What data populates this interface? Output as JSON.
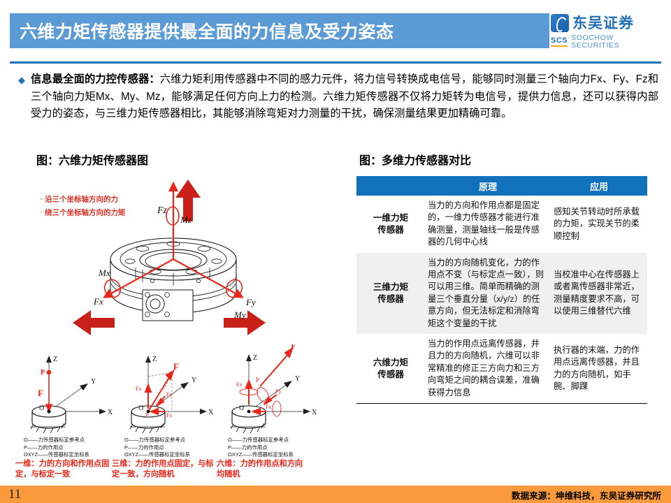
{
  "header": {
    "title": "六维力矩传感器提供最全面的力信息及受力姿态",
    "logo_cn": "东吴证券",
    "logo_abbr": "SCS",
    "logo_en": "SOOCHOW SECURITIES",
    "bar_color": "#5B9BD5",
    "rule_color": "#1F6FB8"
  },
  "bullet": {
    "marker": "◆",
    "lead": "信息最全面的力控传感器：",
    "body": "六维力矩利用传感器中不同的感力元件，将力信号转换成电信号，能够同时测量三个轴向力Fx、Fy、Fz和三个轴向力矩Mx、My、Mz，能够满足任何方向上力的检测。六维力矩传感器不仅将力矩转为电信号，提供力信息，还可以获得内部受力的姿态，与三维力矩传感器相比，其能够消除弯矩对力测量的干扰，确保测量结果更加精确可靠。"
  },
  "figures": {
    "left_caption": "图：六维力矩传感器图",
    "right_caption": "图：多维力传感器对比"
  },
  "sensor_diagram": {
    "legend": [
      "沿三个坐标轴方向的力",
      "绕三个坐标轴方向的力矩"
    ],
    "labels": {
      "fz": "Fz",
      "mz": "Mz",
      "fx": "Fx",
      "mx": "Mx",
      "fy": "Fy",
      "my": "My"
    },
    "accent_color": "#E8261A"
  },
  "axis_panels": [
    {
      "axes": [
        "Z",
        "Y",
        "X"
      ],
      "points": [
        "P",
        "O"
      ],
      "force": "F",
      "legend": [
        "O——力传感器标定参考点",
        "P——力的作用点",
        "OXYZ——传感器标定坐标系"
      ],
      "caption": "一维：力的方向和作用点固定，与标定一致"
    },
    {
      "axes": [
        "Z",
        "Y",
        "X"
      ],
      "points": [
        "O",
        "P"
      ],
      "force": "F",
      "components": [
        "Fz",
        "Fy",
        "Fx"
      ],
      "legend": [
        "O——力传感器标定参考点",
        "P——力的作用点",
        "OXYZ——传感器标定坐标系"
      ],
      "caption": "三维：力的作用点固定，与标定一致，方向随机"
    },
    {
      "axes": [
        "Z",
        "Y",
        "X"
      ],
      "points": [
        "O",
        "P"
      ],
      "force": "F",
      "components": [
        "Fz",
        "Fy",
        "Fx"
      ],
      "legend": [
        "O——力传感器标定参考点",
        "P——力的作用点",
        "OXYZ——传感器标定坐标系"
      ],
      "caption": "六维：力的作用点和方向均随机"
    }
  ],
  "table": {
    "headers": [
      "",
      "原理",
      "应用"
    ],
    "header_bg": "#1171BB",
    "alt_row_bg": "#F0F0F0",
    "rows": [
      {
        "name": "一维力矩\n传感器",
        "principle": "当力的方向和作用点都是固定的，一维力传感器才能进行准确测量，测量轴线一般是传感器的几何中心线",
        "application": "感知关节转动时所承载的力矩，实现关节的柔顺控制"
      },
      {
        "name": "三维力矩\n传感器",
        "principle": "当力的方向随机变化，力的作用点不变（与标定点一致），则可以用三维。简单而精确的测量三个垂直分量（x/y/z）的任意方向，但无法标定和消除弯矩这个变量的干扰",
        "application": "当校准中心在传感器上或者离传感器非常近，测量精度要求不高，可以使用三维替代六维"
      },
      {
        "name": "六维力矩\n传感器",
        "principle": "当力的作用点远离传感器，并且力的方向随机，六维可以非常精准的修正三方向力和三方向弯矩之间的耦合误差，准确获得力信息",
        "application": "执行器的末端，力的作用点远离传感器，并且力的方向随机，如手腕、脚踝"
      }
    ]
  },
  "footer": {
    "source": "数据来源：坤维科技，东吴证券研究所",
    "page_number": "11",
    "bar_color": "#FB9A3C"
  }
}
